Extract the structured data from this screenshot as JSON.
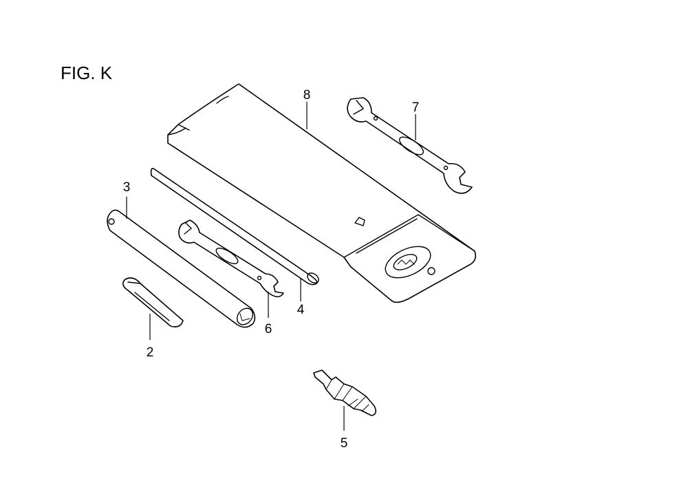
{
  "figure": {
    "title": "FIG. K"
  },
  "callouts": {
    "c2": "2",
    "c3": "3",
    "c4": "4",
    "c5": "5",
    "c6": "6",
    "c7": "7",
    "c8": "8"
  },
  "colors": {
    "line": "#000000",
    "background": "#ffffff"
  }
}
